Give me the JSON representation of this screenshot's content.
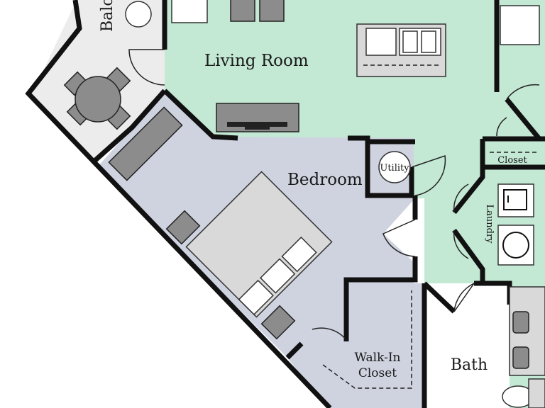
{
  "colors": {
    "living": "#c3e8d4",
    "bedroom": "#cfd3e0",
    "balcony": "#ececec",
    "wall": "#111111",
    "furniture": "#8c8c8c"
  },
  "rooms": {
    "balcony": "Balc",
    "living_room": "Living Room",
    "bedroom": "Bedroom",
    "utility": "Utility",
    "closet": "Closet",
    "laundry": "Laundry",
    "walk_in_closet_line1": "Walk-In",
    "walk_in_closet_line2": "Closet",
    "bath": "Bath"
  }
}
